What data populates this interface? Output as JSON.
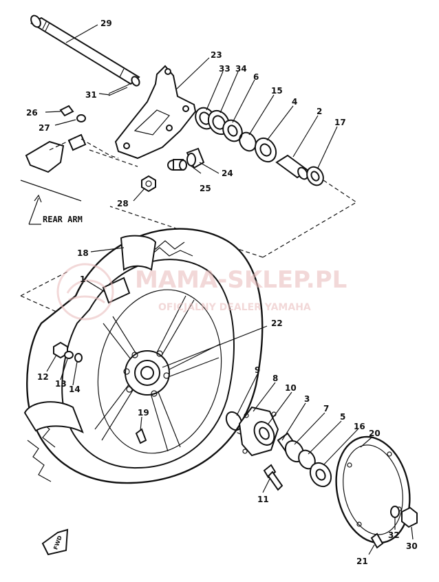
{
  "labels": {
    "p29": "29",
    "p23": "23",
    "p33": "33",
    "p34": "34",
    "p6": "6",
    "p15": "15",
    "p4": "4",
    "p2": "2",
    "p17": "17",
    "p31": "31",
    "p26": "26",
    "p27": "27",
    "p24": "24",
    "p25": "25",
    "p28": "28",
    "p18": "18",
    "p1": "1",
    "p22": "22",
    "p12": "12",
    "p13": "13",
    "p14": "14",
    "p19": "19",
    "p9": "9",
    "p8": "8",
    "p10": "10",
    "p3": "3",
    "p7": "7",
    "p5": "5",
    "p16": "16",
    "p20": "20",
    "p11": "11",
    "p32": "32",
    "p30": "30",
    "p21": "21"
  },
  "rear_arm_label": "REAR ARM",
  "watermark": {
    "brand": "MAMA-SKLEP.PL",
    "tagline": "OFICJALNY DEALER YAMAHA"
  },
  "fwd_mark": "FWD",
  "colors": {
    "ink": "#111111",
    "watermark": "#e8b9b9"
  }
}
